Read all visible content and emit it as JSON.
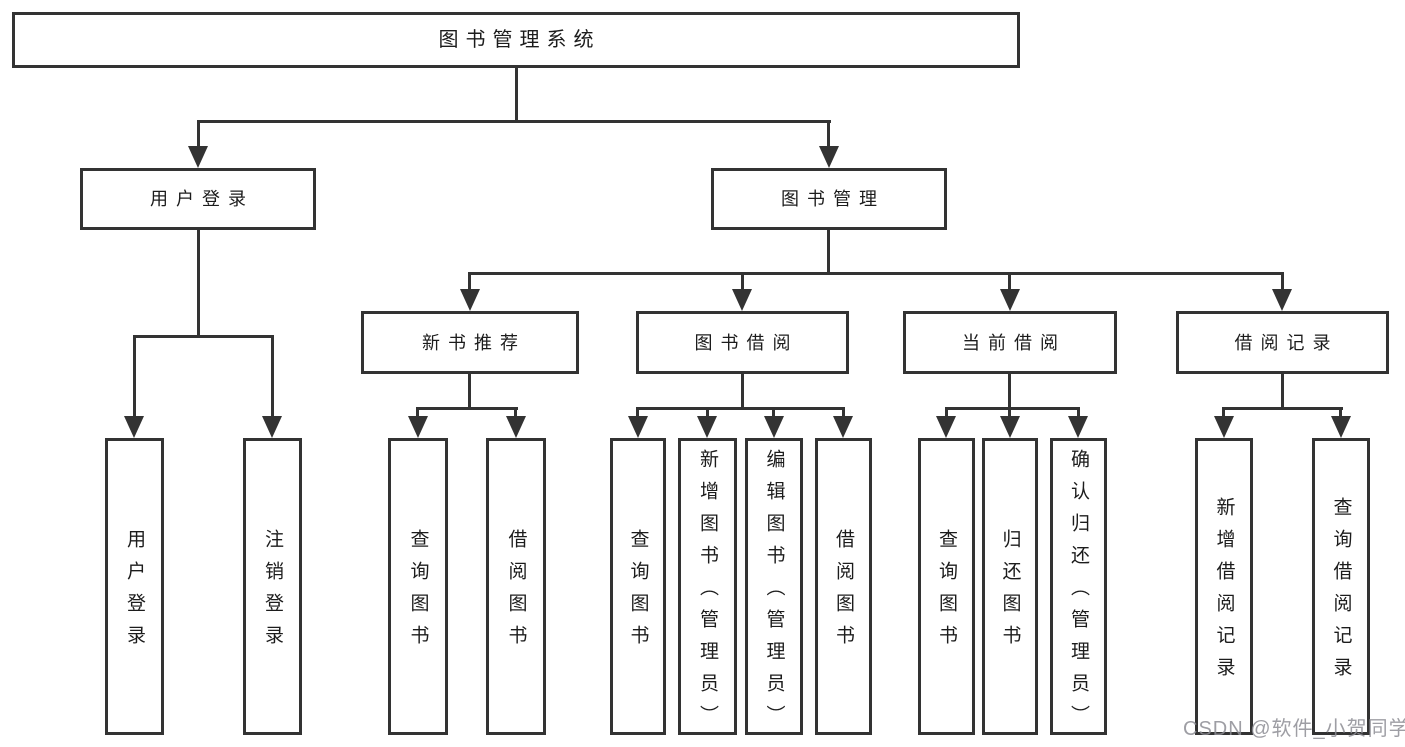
{
  "diagram": {
    "root": "图书管理系统",
    "branches": {
      "user_login": "用户登录",
      "book_mgmt": "图书管理"
    },
    "modules": {
      "new_book": "新书推荐",
      "book_borrow": "图书借阅",
      "current_borrow": "当前借阅",
      "borrow_record": "借阅记录"
    },
    "leaves": {
      "user_login": [
        "用户登录",
        "注销登录"
      ],
      "new_book": [
        "查询图书",
        "借阅图书"
      ],
      "book_borrow": [
        "查询图书",
        "新增图书（管理员）",
        "编辑图书（管理员）",
        "借阅图书"
      ],
      "current_borrow": [
        "查询图书",
        "归还图书",
        "确认归还（管理员）"
      ],
      "borrow_record": [
        "新增借阅记录",
        "查询借阅记录"
      ]
    }
  },
  "watermark": "CSDN @软件_小贺同学",
  "colors": {
    "line": "#333333",
    "text": "#1c1c1c",
    "box_fill": "#ffffff",
    "watermark": "#8d8d94",
    "background": "#ffffff"
  }
}
